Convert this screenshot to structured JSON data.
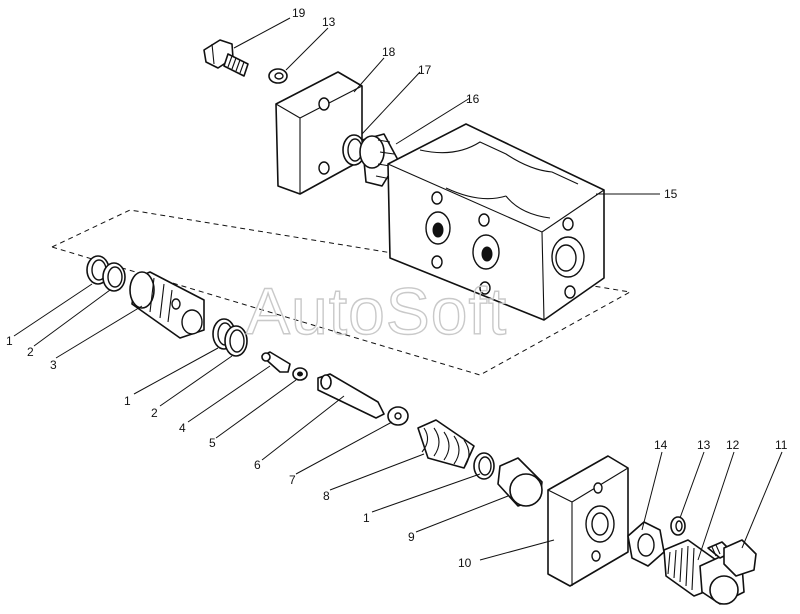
{
  "watermark": "AutoSoft",
  "labels": {
    "l19": "19",
    "l13a": "13",
    "l18": "18",
    "l17": "17",
    "l16": "16",
    "l15": "15",
    "l1a": "1",
    "l2a": "2",
    "l3": "3",
    "l1b": "1",
    "l2b": "2",
    "l4": "4",
    "l5": "5",
    "l6": "6",
    "l7": "7",
    "l8": "8",
    "l1c": "1",
    "l9": "9",
    "l10": "10",
    "l14": "14",
    "l13b": "13",
    "l12": "12",
    "l11": "11"
  }
}
